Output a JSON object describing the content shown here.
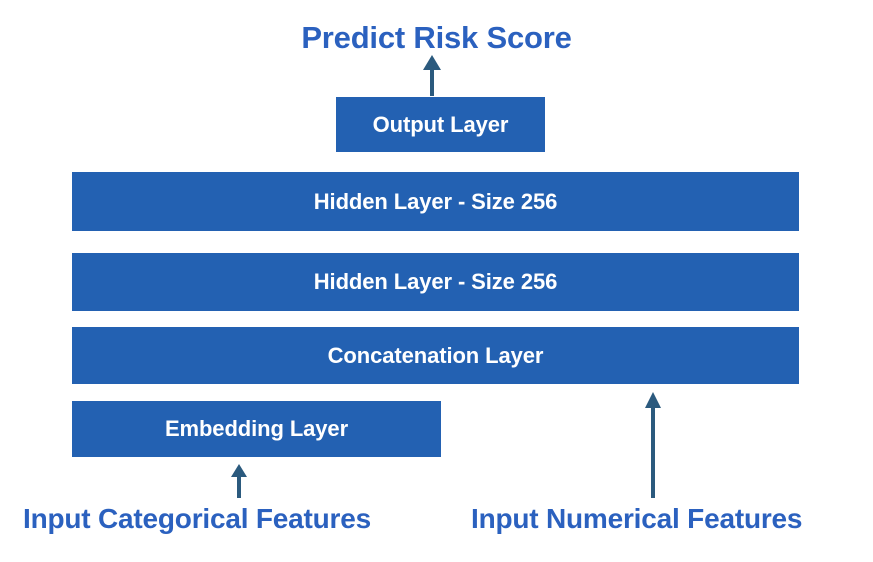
{
  "diagram": {
    "title": "Predict Risk Score",
    "colors": {
      "box_fill": "#2361b2",
      "box_text": "#ffffff",
      "label_text": "#2b61bf",
      "arrow": "#2b5a7e",
      "background": "#ffffff"
    },
    "boxes": [
      {
        "id": "output-layer",
        "label": "Output Layer"
      },
      {
        "id": "hidden-layer-1",
        "label": "Hidden Layer - Size 256"
      },
      {
        "id": "hidden-layer-2",
        "label": "Hidden Layer - Size 256"
      },
      {
        "id": "concatenation",
        "label": "Concatenation Layer"
      },
      {
        "id": "embedding",
        "label": "Embedding Layer"
      }
    ],
    "inputs": [
      {
        "id": "categorical",
        "label": "Input Categorical Features"
      },
      {
        "id": "numerical",
        "label": "Input Numerical Features"
      }
    ],
    "arrows": [
      {
        "id": "output-to-title",
        "direction": "up",
        "from": "Output Layer",
        "to": "Predict Risk Score"
      },
      {
        "id": "categorical-to-embed",
        "direction": "up",
        "from": "Input Categorical Features",
        "to": "Embedding Layer"
      },
      {
        "id": "numerical-to-concat",
        "direction": "up",
        "from": "Input Numerical Features",
        "to": "Concatenation Layer"
      }
    ]
  }
}
